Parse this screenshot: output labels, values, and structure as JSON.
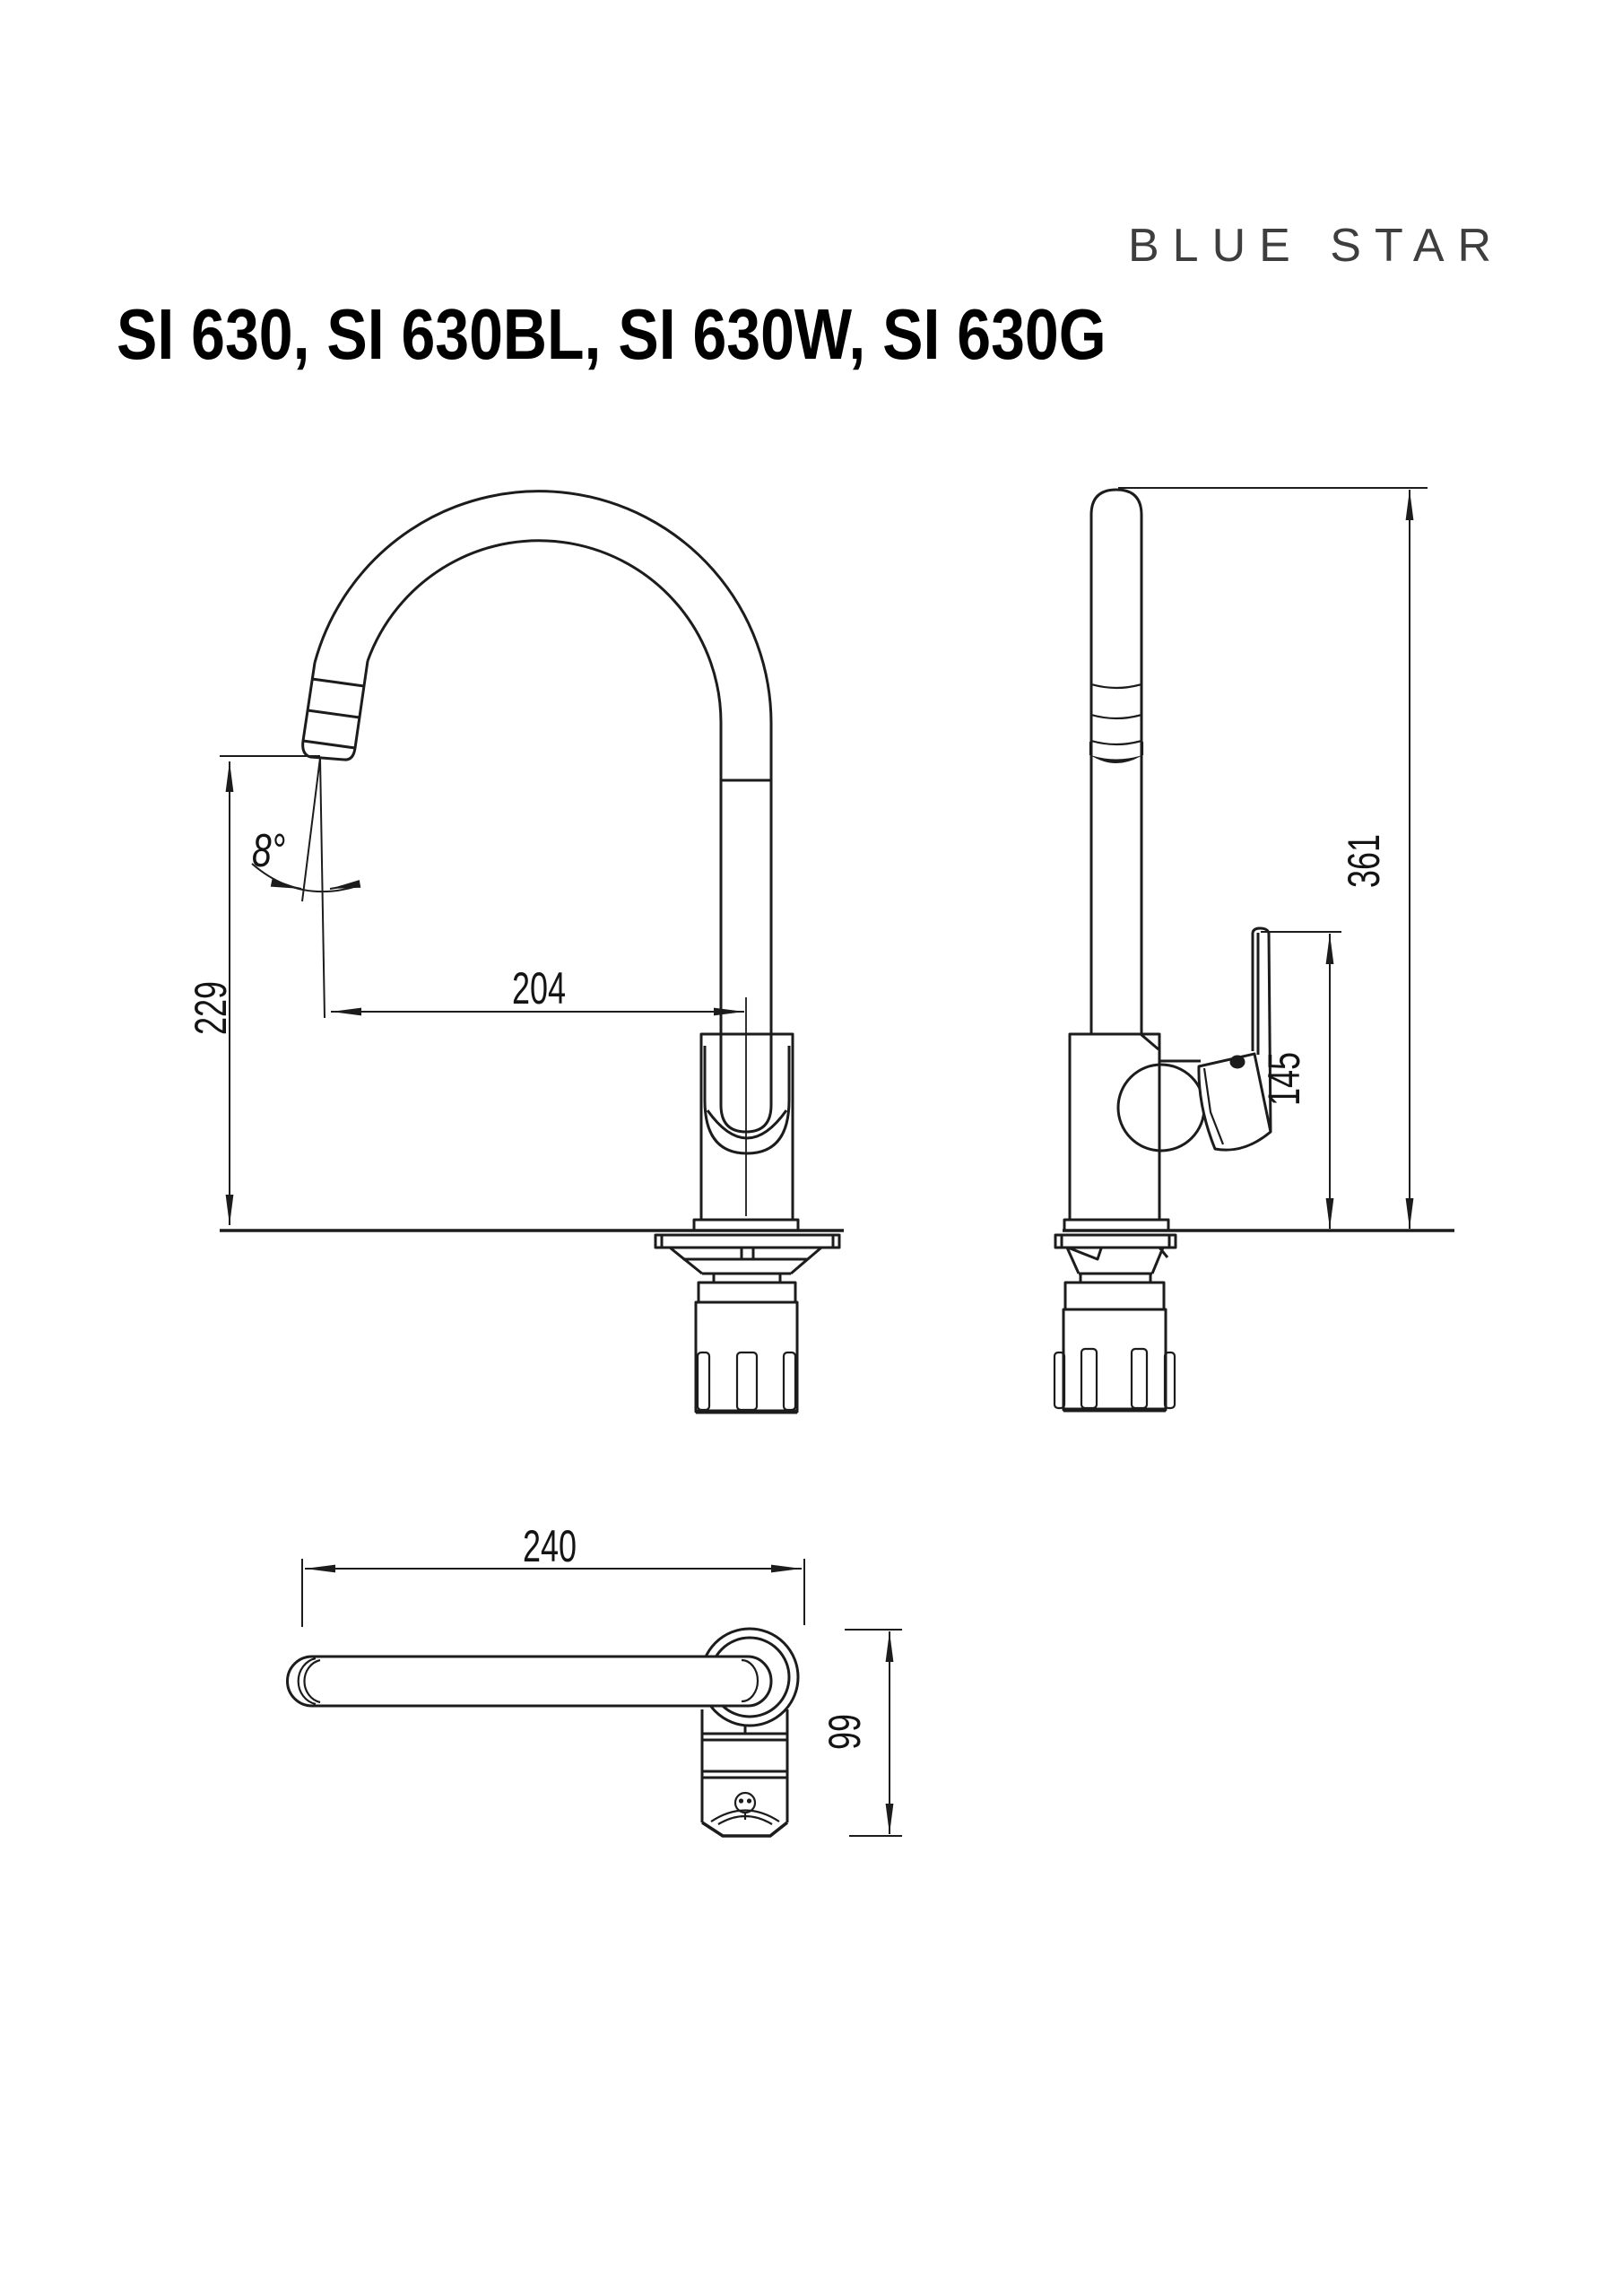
{
  "logo": {
    "text": "BLUE STAR"
  },
  "title": {
    "text": "SI 630, SI 630BL, SI 630W, SI 630G"
  },
  "dims": {
    "spout_height": "229",
    "spout_reach": "204",
    "spout_angle": "8°",
    "total_height": "361",
    "handle_height": "145",
    "overall_length": "240",
    "body_depth": "99"
  },
  "colors": {
    "line": "#1c1c1c",
    "logo_gray": "#3e3e3e",
    "background": "#ffffff"
  }
}
